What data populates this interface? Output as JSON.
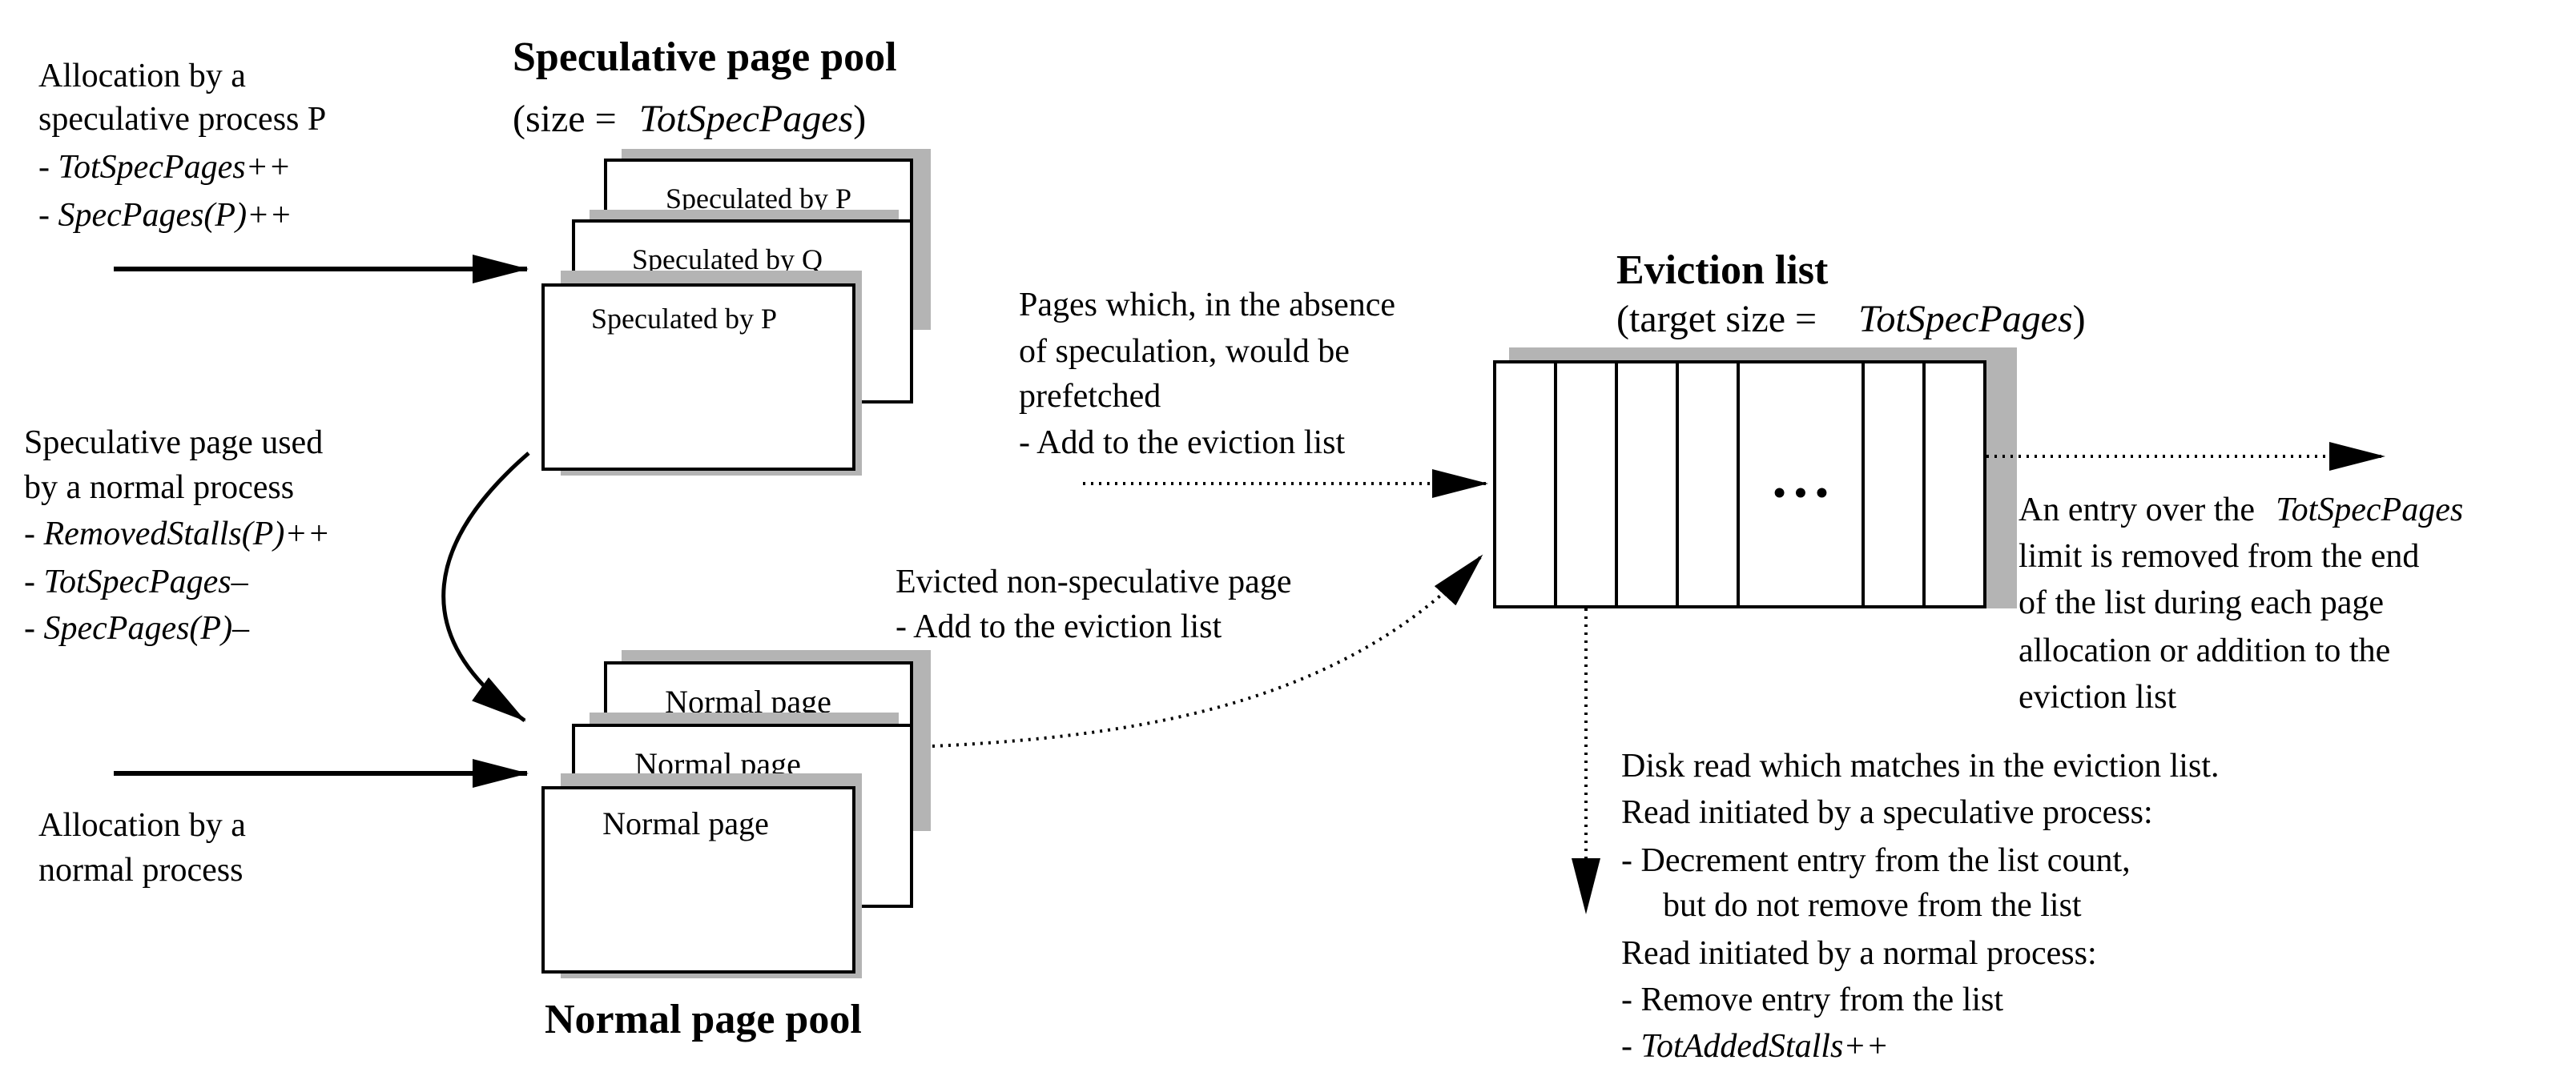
{
  "spec_pool": {
    "title": "Speculative page pool",
    "size_prefix": "(size = ",
    "size_var": "TotSpecPages",
    "size_suffix": ")",
    "pages": [
      "Speculated by P",
      "Speculated by Q",
      "Speculated by P"
    ]
  },
  "normal_pool": {
    "title": "Normal page pool",
    "pages": [
      "Normal page",
      "Normal page",
      "Normal page"
    ]
  },
  "alloc_spec": {
    "line1": "Allocation by a",
    "line2": "speculative process P",
    "op1": "TotSpecPages++",
    "op2": "SpecPages(P)++",
    "dash": "- "
  },
  "spec_used": {
    "line1": "Speculative page used",
    "line2": "by a normal process",
    "op1": "RemovedStalls(P)++",
    "op2": "TotSpecPages–",
    "op3": "SpecPages(P)–",
    "dash": "- "
  },
  "alloc_normal": {
    "line1": "Allocation by a",
    "line2": "normal process"
  },
  "prefetch": {
    "line1": "Pages which, in the absence",
    "line2": "of speculation, would be",
    "line3": "prefetched",
    "line4": "- Add to the eviction list"
  },
  "evicted": {
    "line1": "Evicted non-speculative page",
    "line2": "- Add to the eviction list"
  },
  "eviction_list": {
    "title": "Eviction list",
    "target_prefix": "(target size = ",
    "target_var": "TotSpecPages",
    "target_suffix": ")",
    "ellipsis": "• • •"
  },
  "over_limit": {
    "line1_prefix": "An entry over the",
    "line1_var": "TotSpecPages",
    "line2": "limit is removed from the end",
    "line3": "of the list during each page",
    "line4": "allocation or addition to the",
    "line5": "eviction list"
  },
  "disk_read": {
    "line1": "Disk read which matches in the eviction list.",
    "line2": "Read initiated by a speculative process:",
    "line3": "- Decrement entry from the list count,",
    "line4": "but do not remove from the list",
    "line5": "Read initiated by a normal process:",
    "line6": "- Remove entry from the list",
    "dash": "- ",
    "op": "TotAddedStalls++"
  }
}
